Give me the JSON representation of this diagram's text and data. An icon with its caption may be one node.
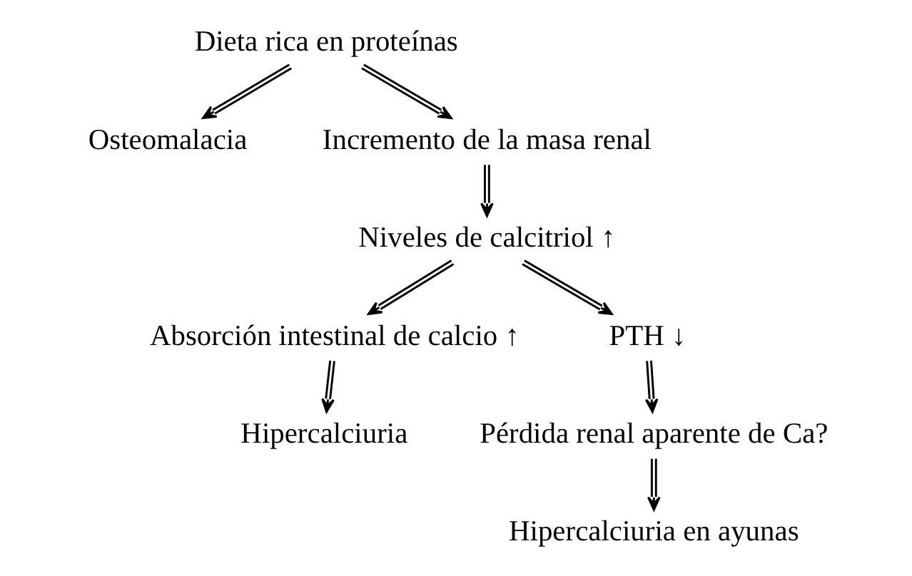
{
  "diagram": {
    "nodes": [
      {
        "text": [
          "Dieta rica en proteínas"
        ]
      },
      {
        "text": [
          "Osteomalacia"
        ]
      },
      {
        "text": [
          "Incremento de la masa renal"
        ]
      },
      {
        "text": [
          "Niveles de calcitriol ↑"
        ]
      },
      {
        "text": [
          "Absorción intestinal de calcio ↑"
        ]
      },
      {
        "text": [
          "PTH ↓"
        ]
      },
      {
        "text": [
          "Hipercalciuria"
        ]
      },
      {
        "text": [
          "Pérdida renal aparente de Ca?"
        ]
      },
      {
        "text": [
          "Hipercalciuria en ayunas"
        ]
      }
    ],
    "edges": [
      {
        "from": 0,
        "to": 1,
        "arrow": "to"
      },
      {
        "from": 0,
        "to": 2,
        "arrow": "to"
      },
      {
        "from": 2,
        "to": 3,
        "arrow": "to"
      },
      {
        "from": 3,
        "to": 4,
        "arrow": "to"
      },
      {
        "from": 3,
        "to": 5,
        "arrow": "to"
      },
      {
        "from": 4,
        "to": 6,
        "arrow": "to"
      },
      {
        "from": 5,
        "to": 7,
        "arrow": "to"
      },
      {
        "from": 7,
        "to": 8,
        "arrow": "to"
      }
    ]
  }
}
